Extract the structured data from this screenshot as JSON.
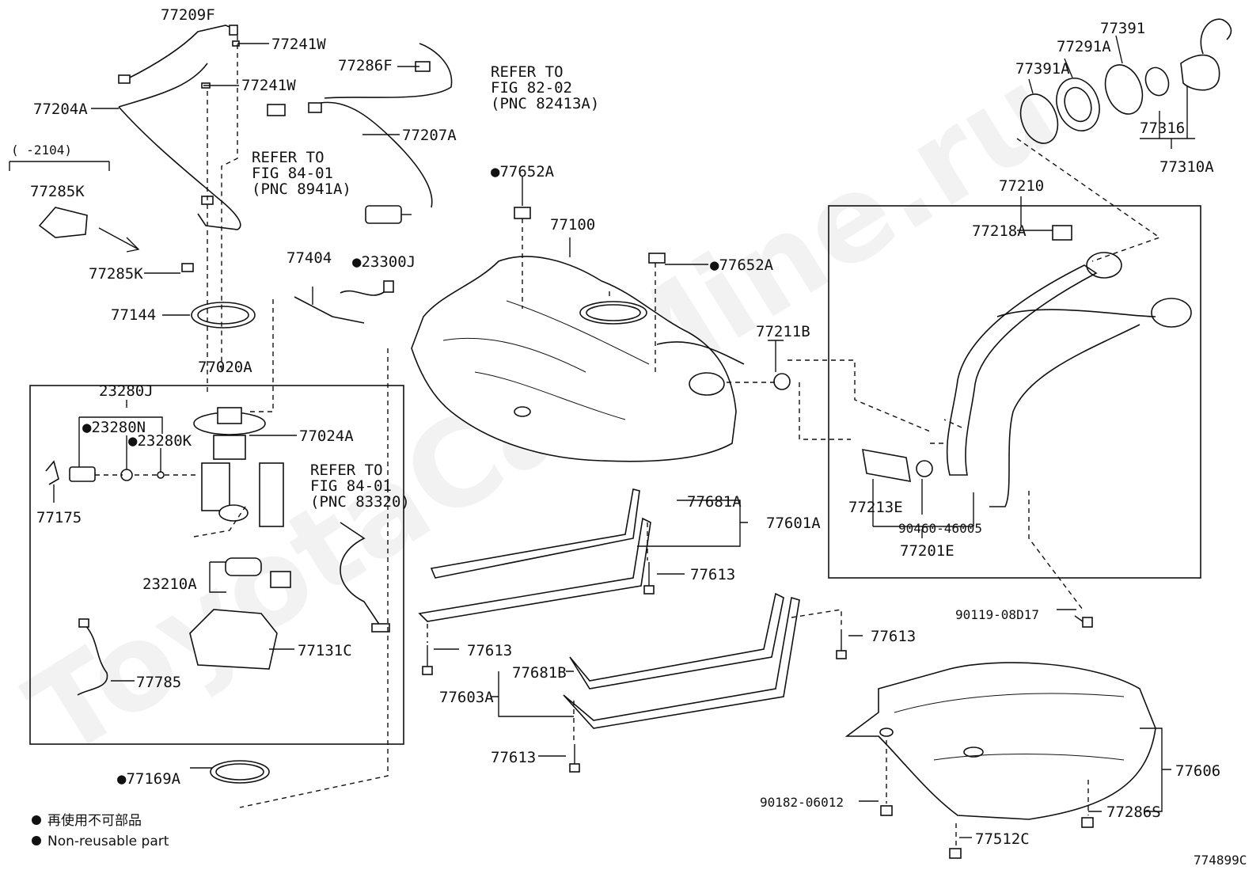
{
  "watermark": "ToyotaCarMine.ru",
  "figure_id": "774899C",
  "legend": {
    "symbol": "●",
    "jp": "再使用不可部品",
    "en": "Non-reusable part"
  },
  "date_range": "(   -2104)",
  "references": {
    "ref_82_02": [
      "REFER TO",
      "FIG 82-02",
      "(PNC 82413A)"
    ],
    "ref_84_01_a": [
      "REFER TO",
      "FIG 84-01",
      "(PNC 8941A)"
    ],
    "ref_84_01_b": [
      "REFER TO",
      "FIG 84-01",
      "(PNC 83320)"
    ]
  },
  "parts": {
    "p77209F": "77209F",
    "p77241W_a": "77241W",
    "p77241W_b": "77241W",
    "p77286F": "77286F",
    "p77204A": "77204A",
    "p77207A": "77207A",
    "p77285K_a": "77285K",
    "p77285K_b": "77285K",
    "p77144": "77144",
    "p77404": "77404",
    "p23300J": "●23300J",
    "p77652A_a": "●77652A",
    "p77100": "77100",
    "p77652A_b": "●77652A",
    "p77020A": "77020A",
    "p23280J": "23280J",
    "p23280N": "●23280N",
    "p23280K": "●23280K",
    "p77024A": "77024A",
    "p77175": "77175",
    "p23210A": "23210A",
    "p77131C": "77131C",
    "p77785": "77785",
    "p77169A": "●77169A",
    "p77211B": "77211B",
    "p77391": "77391",
    "p77291A": "77291A",
    "p77391A": "77391A",
    "p77316": "77316",
    "p77310A": "77310A",
    "p77210": "77210",
    "p77218A": "77218A",
    "p77213E": "77213E",
    "p90460": "90460-46005",
    "p77201E": "77201E",
    "p90119": "90119-08D17",
    "p77681A": "77681A",
    "p77601A": "77601A",
    "p77613_a": "77613",
    "p77613_b": "77613",
    "p77613_c": "77613",
    "p77613_d": "77613",
    "p77681B": "77681B",
    "p77603A": "77603A",
    "p77606": "77606",
    "p90182": "90182-06012",
    "p77286S": "77286S",
    "p77512C": "77512C"
  }
}
